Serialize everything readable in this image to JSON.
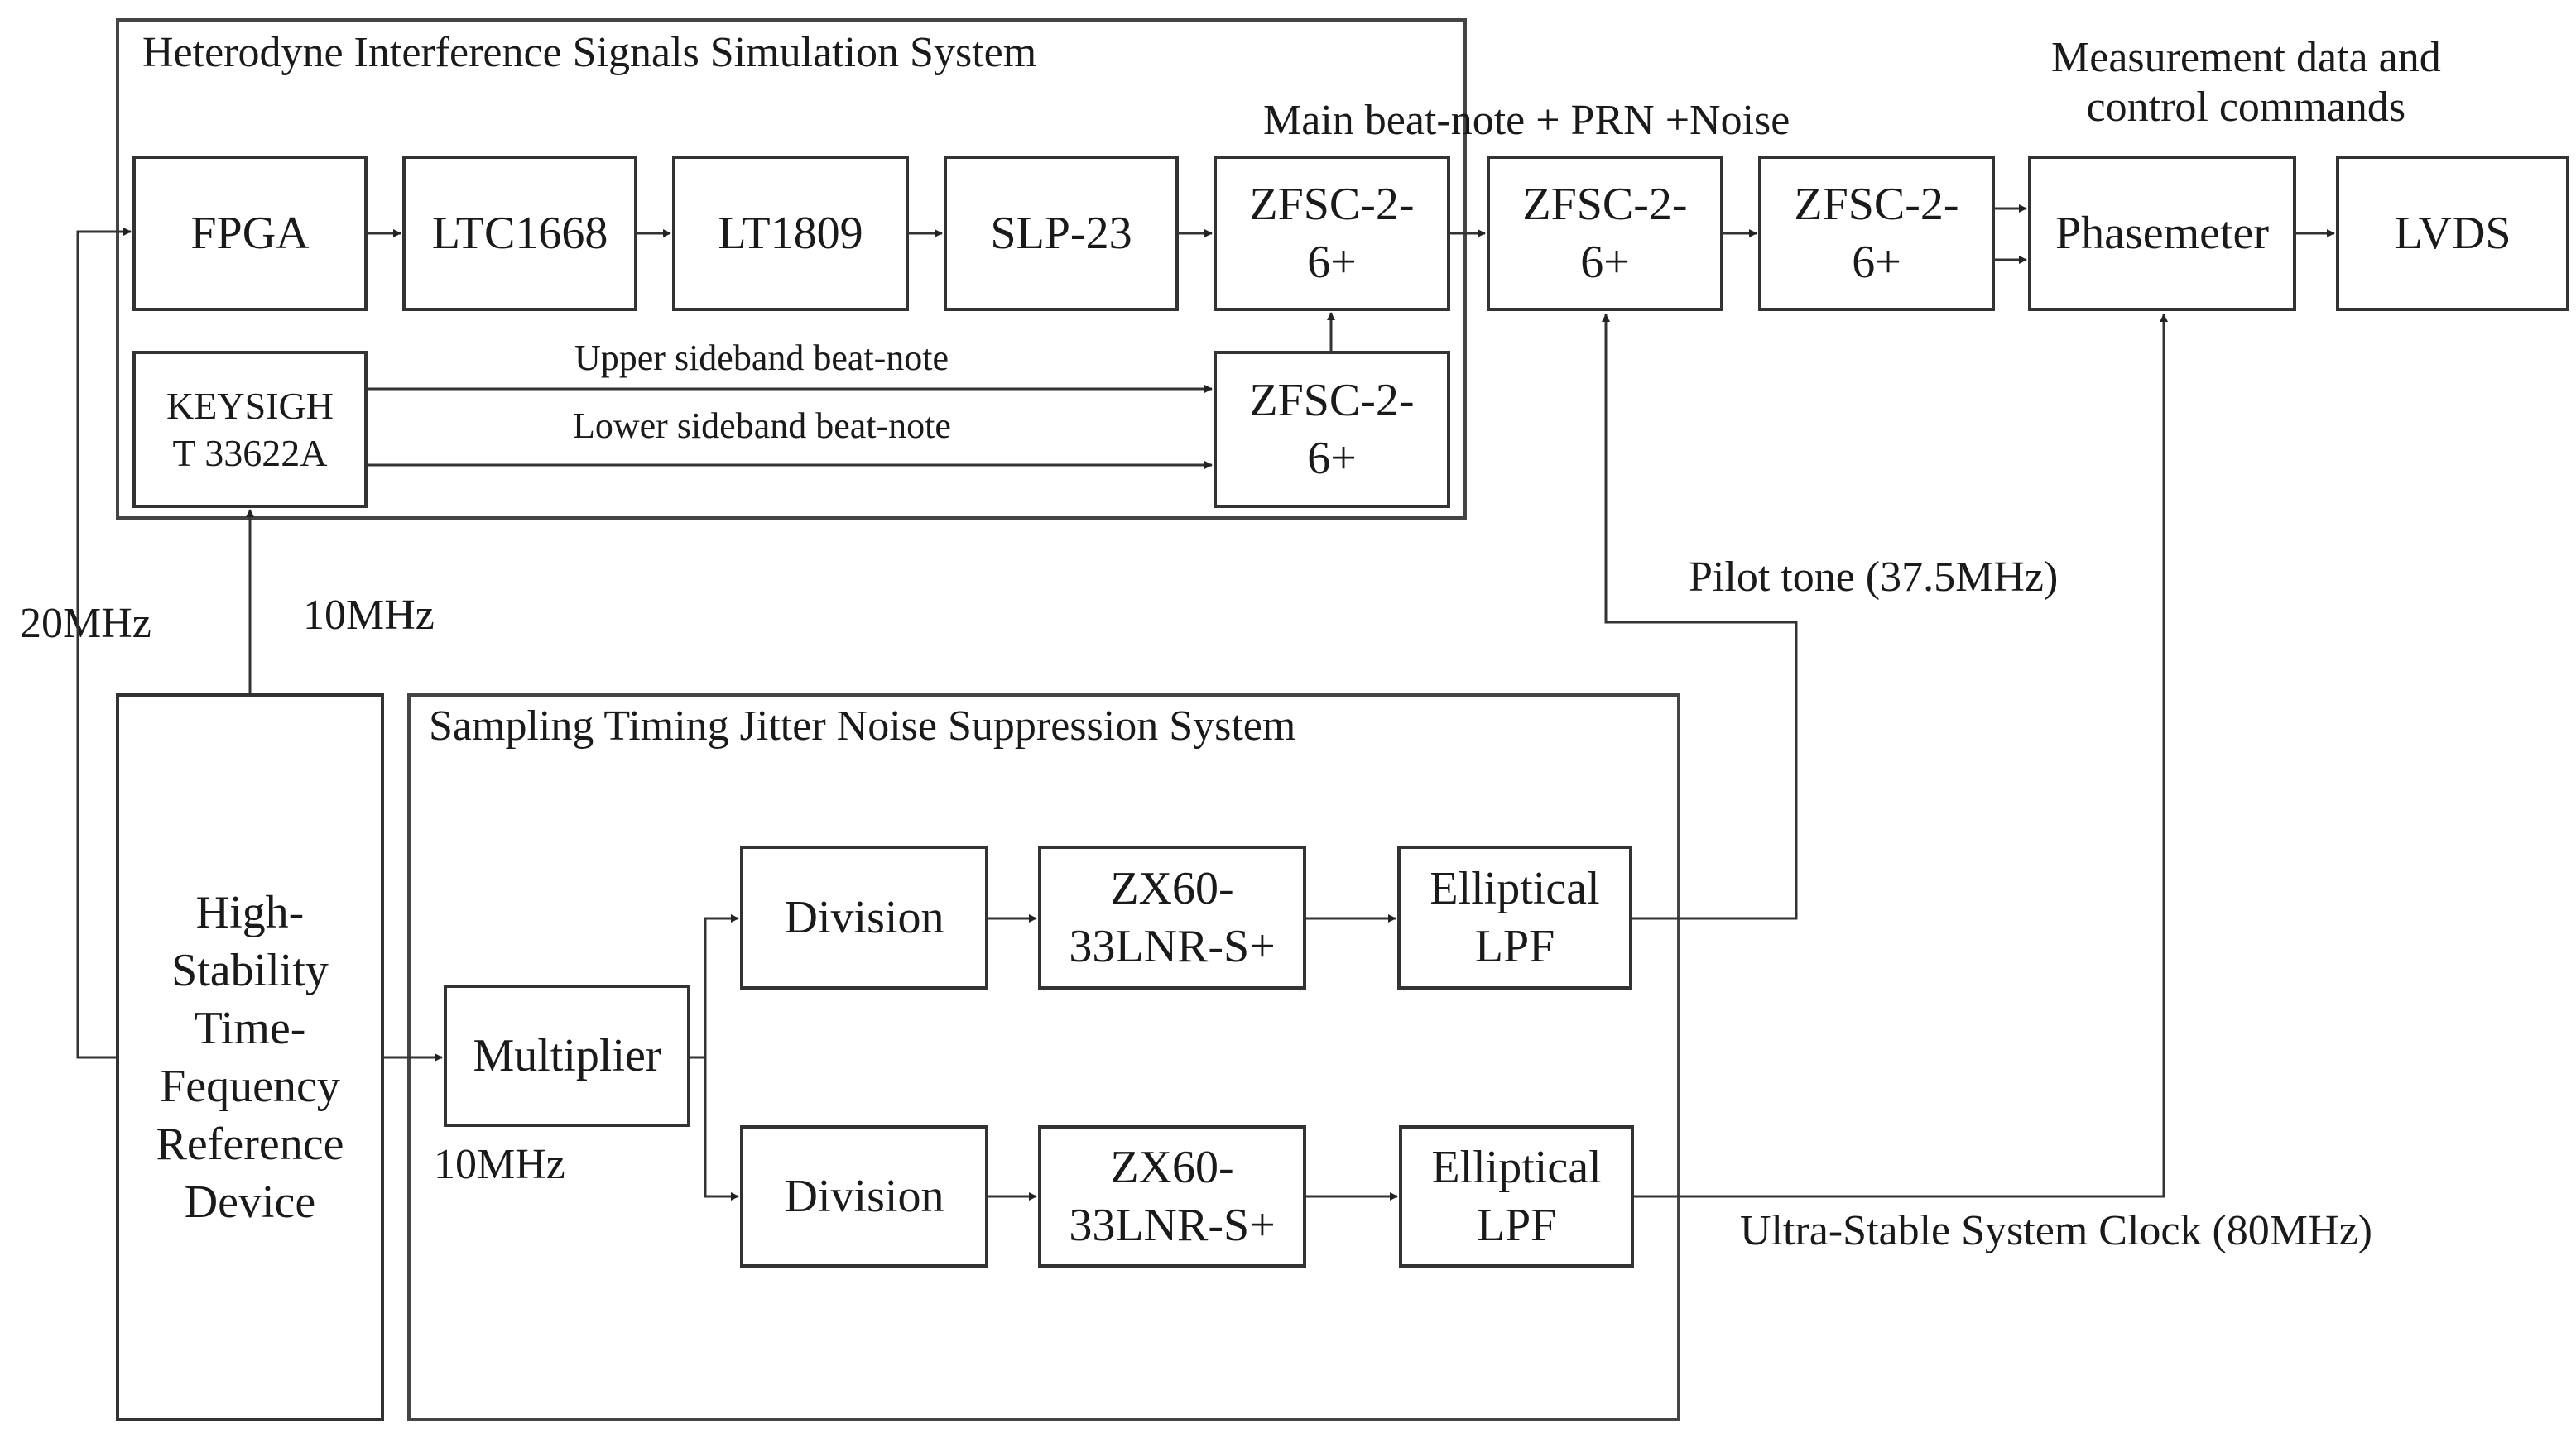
{
  "groups": {
    "heterodyne": {
      "title": "Heterodyne Interference Signals Simulation  System"
    },
    "sampling": {
      "title": "Sampling Timing Jitter Noise Suppression System"
    }
  },
  "blocks": {
    "fpga": "FPGA",
    "ltc1668": "LTC1668",
    "lt1809": "LT1809",
    "slp23": "SLP-23",
    "zfsc_1": "ZFSC-2-\n6+",
    "zfsc_2": "ZFSC-2-\n6+",
    "zfsc_3": "ZFSC-2-\n6+",
    "zfsc_4": "ZFSC-2-\n6+",
    "keysight": "KEYSIGH\nT 33622A",
    "phasemeter": "Phasemeter",
    "lvds": "LVDS",
    "reference": "High-\nStability\nTime-\nFequency\nReference\nDevice",
    "multiplier": "Multiplier",
    "division_1": "Division",
    "division_2": "Division",
    "amp_1": "ZX60-\n33LNR-S+",
    "amp_2": "ZX60-\n33LNR-S+",
    "lpf_1": "Elliptical\nLPF",
    "lpf_2": "Elliptical\nLPF"
  },
  "labels": {
    "upper_sideband": "Upper sideband beat-note",
    "lower_sideband": "Lower sideband beat-note",
    "main_beat": "Main beat-note + PRN +Noise",
    "measurement": "Measurement data and\ncontrol commands",
    "pilot_tone": "Pilot tone (37.5MHz)",
    "system_clock": "Ultra-Stable System Clock (80MHz)",
    "ref_20mhz": "20MHz",
    "ref_10mhz_keysight": "10MHz",
    "ref_10mhz_multiplier": "10MHz"
  }
}
